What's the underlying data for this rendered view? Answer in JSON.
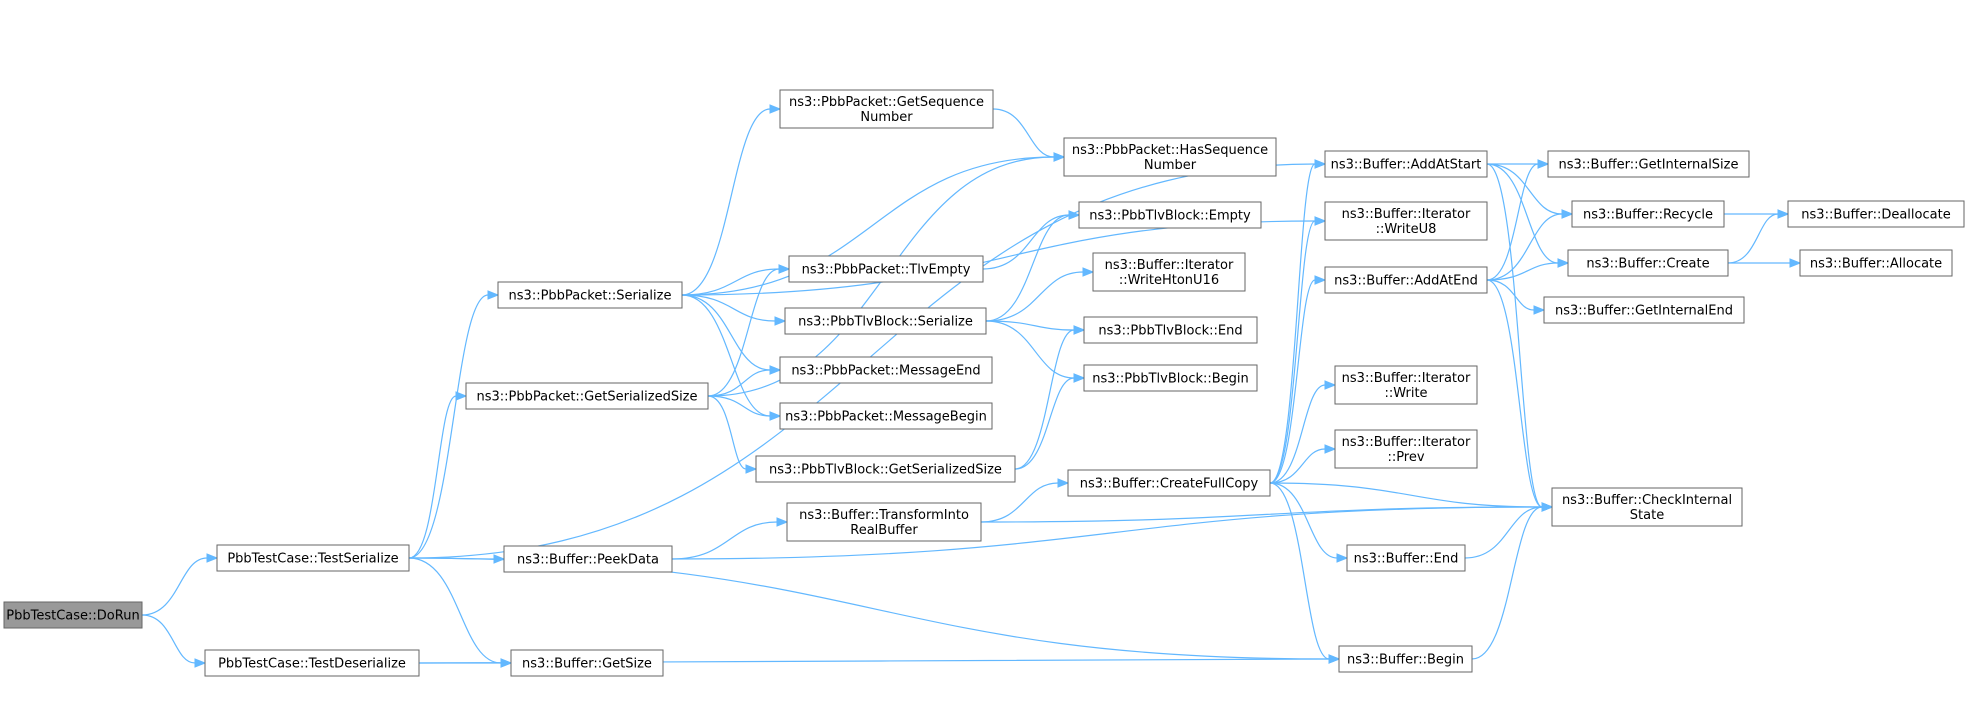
{
  "theme": {
    "edge_color": "#63b8ff",
    "node_border": "#666666",
    "root_fill": "#999999",
    "node_fill": "#ffffff"
  },
  "nodes": [
    {
      "id": "dorun",
      "lines": [
        "PbbTestCase::DoRun"
      ],
      "root": true
    },
    {
      "id": "testser",
      "lines": [
        "PbbTestCase::TestSerialize"
      ]
    },
    {
      "id": "testdeser",
      "lines": [
        "PbbTestCase::TestDeserialize"
      ]
    },
    {
      "id": "pkt_ser",
      "lines": [
        "ns3::PbbPacket::Serialize"
      ]
    },
    {
      "id": "pkt_gss",
      "lines": [
        "ns3::PbbPacket::GetSerializedSize"
      ]
    },
    {
      "id": "peek",
      "lines": [
        "ns3::Buffer::PeekData"
      ]
    },
    {
      "id": "getsize",
      "lines": [
        "ns3::Buffer::GetSize"
      ]
    },
    {
      "id": "getseq",
      "lines": [
        "ns3::PbbPacket::GetSequence",
        "Number"
      ]
    },
    {
      "id": "tlvempty",
      "lines": [
        "ns3::PbbPacket::TlvEmpty"
      ]
    },
    {
      "id": "tlvser",
      "lines": [
        "ns3::PbbTlvBlock::Serialize"
      ]
    },
    {
      "id": "msgend",
      "lines": [
        "ns3::PbbPacket::MessageEnd"
      ]
    },
    {
      "id": "msgbegin",
      "lines": [
        "ns3::PbbPacket::MessageBegin"
      ]
    },
    {
      "id": "tlvgss",
      "lines": [
        "ns3::PbbTlvBlock::GetSerializedSize"
      ]
    },
    {
      "id": "transform",
      "lines": [
        "ns3::Buffer::TransformInto",
        "RealBuffer"
      ]
    },
    {
      "id": "hasseq",
      "lines": [
        "ns3::PbbPacket::HasSequence",
        "Number"
      ]
    },
    {
      "id": "tlv_empty",
      "lines": [
        "ns3::PbbTlvBlock::Empty"
      ]
    },
    {
      "id": "writehton",
      "lines": [
        "ns3::Buffer::Iterator",
        "::WriteHtonU16"
      ]
    },
    {
      "id": "tlv_end",
      "lines": [
        "ns3::PbbTlvBlock::End"
      ]
    },
    {
      "id": "tlv_begin",
      "lines": [
        "ns3::PbbTlvBlock::Begin"
      ]
    },
    {
      "id": "fullcopy",
      "lines": [
        "ns3::Buffer::CreateFullCopy"
      ]
    },
    {
      "id": "addstart",
      "lines": [
        "ns3::Buffer::AddAtStart"
      ]
    },
    {
      "id": "writeu8",
      "lines": [
        "ns3::Buffer::Iterator",
        "::WriteU8"
      ]
    },
    {
      "id": "addend",
      "lines": [
        "ns3::Buffer::AddAtEnd"
      ]
    },
    {
      "id": "itwrite",
      "lines": [
        "ns3::Buffer::Iterator",
        "::Write"
      ]
    },
    {
      "id": "itprev",
      "lines": [
        "ns3::Buffer::Iterator",
        "::Prev"
      ]
    },
    {
      "id": "bufend",
      "lines": [
        "ns3::Buffer::End"
      ]
    },
    {
      "id": "bufbegin",
      "lines": [
        "ns3::Buffer::Begin"
      ]
    },
    {
      "id": "getintsize",
      "lines": [
        "ns3::Buffer::GetInternalSize"
      ]
    },
    {
      "id": "recycle",
      "lines": [
        "ns3::Buffer::Recycle"
      ]
    },
    {
      "id": "create",
      "lines": [
        "ns3::Buffer::Create"
      ]
    },
    {
      "id": "getintend",
      "lines": [
        "ns3::Buffer::GetInternalEnd"
      ]
    },
    {
      "id": "checkint",
      "lines": [
        "ns3::Buffer::CheckInternal",
        "State"
      ]
    },
    {
      "id": "dealloc",
      "lines": [
        "ns3::Buffer::Deallocate"
      ]
    },
    {
      "id": "alloc",
      "lines": [
        "ns3::Buffer::Allocate"
      ]
    }
  ],
  "edges": [
    [
      "dorun",
      "testser"
    ],
    [
      "dorun",
      "testdeser"
    ],
    [
      "testser",
      "pkt_ser"
    ],
    [
      "testser",
      "pkt_gss"
    ],
    [
      "testser",
      "peek"
    ],
    [
      "testser",
      "getsize"
    ],
    [
      "testser",
      "addstart"
    ],
    [
      "testser",
      "bufbegin"
    ],
    [
      "testdeser",
      "getsize"
    ],
    [
      "testdeser",
      "bufbegin"
    ],
    [
      "pkt_ser",
      "getseq"
    ],
    [
      "pkt_ser",
      "hasseq"
    ],
    [
      "pkt_ser",
      "tlvempty"
    ],
    [
      "pkt_ser",
      "tlvser"
    ],
    [
      "pkt_ser",
      "msgend"
    ],
    [
      "pkt_ser",
      "msgbegin"
    ],
    [
      "pkt_ser",
      "writeu8"
    ],
    [
      "pkt_gss",
      "hasseq"
    ],
    [
      "pkt_gss",
      "tlvempty"
    ],
    [
      "pkt_gss",
      "msgend"
    ],
    [
      "pkt_gss",
      "msgbegin"
    ],
    [
      "pkt_gss",
      "tlvgss"
    ],
    [
      "getseq",
      "hasseq"
    ],
    [
      "tlvempty",
      "tlv_empty"
    ],
    [
      "tlvser",
      "tlv_empty"
    ],
    [
      "tlvser",
      "writehton"
    ],
    [
      "tlvser",
      "tlv_end"
    ],
    [
      "tlvser",
      "tlv_begin"
    ],
    [
      "tlvgss",
      "tlv_end"
    ],
    [
      "tlvgss",
      "tlv_begin"
    ],
    [
      "peek",
      "transform"
    ],
    [
      "peek",
      "checkint"
    ],
    [
      "transform",
      "fullcopy"
    ],
    [
      "transform",
      "checkint"
    ],
    [
      "fullcopy",
      "addstart"
    ],
    [
      "fullcopy",
      "writeu8"
    ],
    [
      "fullcopy",
      "addend"
    ],
    [
      "fullcopy",
      "itwrite"
    ],
    [
      "fullcopy",
      "itprev"
    ],
    [
      "fullcopy",
      "bufend"
    ],
    [
      "fullcopy",
      "bufbegin"
    ],
    [
      "fullcopy",
      "checkint"
    ],
    [
      "addstart",
      "getintsize"
    ],
    [
      "addstart",
      "recycle"
    ],
    [
      "addstart",
      "create"
    ],
    [
      "addstart",
      "checkint"
    ],
    [
      "addend",
      "getintsize"
    ],
    [
      "addend",
      "recycle"
    ],
    [
      "addend",
      "create"
    ],
    [
      "addend",
      "getintend"
    ],
    [
      "addend",
      "checkint"
    ],
    [
      "bufend",
      "checkint"
    ],
    [
      "bufbegin",
      "checkint"
    ],
    [
      "recycle",
      "dealloc"
    ],
    [
      "create",
      "dealloc"
    ],
    [
      "create",
      "alloc"
    ]
  ]
}
